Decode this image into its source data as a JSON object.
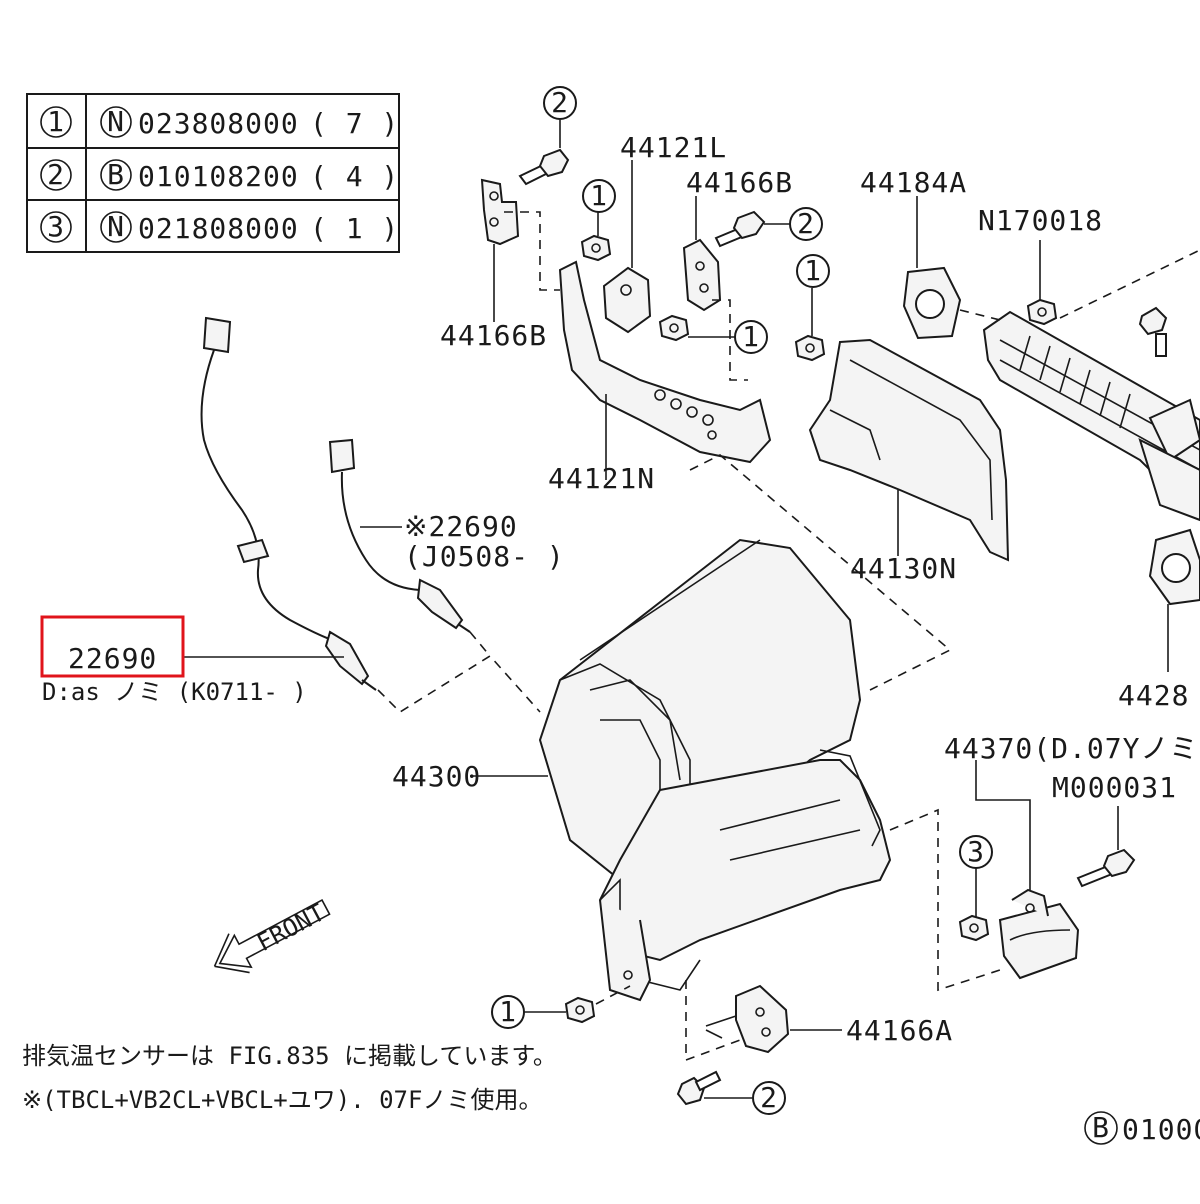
{
  "legend": [
    {
      "ref": "1",
      "kind": "N",
      "part": "023808000",
      "qty": "( 7  )"
    },
    {
      "ref": "2",
      "kind": "B",
      "part": "010108200",
      "qty": "( 4  )"
    },
    {
      "ref": "3",
      "kind": "N",
      "part": "021808000",
      "qty": "( 1  )"
    }
  ],
  "labels": {
    "p44121L": "44121L",
    "p44166B_top": "44166B",
    "p44184A": "44184A",
    "pN170018": "N170018",
    "p44166B_left": "44166B",
    "p44121N": "44121N",
    "p44130N": "44130N",
    "p22690_alt": "※22690",
    "p22690_alt_range": "(J0508-        )",
    "p22690": "22690",
    "p22690_note": "D:as ノミ (K0711- )",
    "p44300": "44300",
    "p4428": "4428",
    "p44370": "44370(D.07Yノミ",
    "pM000031": "M000031",
    "p44166A": "44166A",
    "front": "FRONT",
    "b_code": "01000"
  },
  "callouts": {
    "c1": "1",
    "c2": "2",
    "c3": "3",
    "cb": "B"
  },
  "notes": {
    "line1": "排気温センサーは FIG.835 に掲載しています。",
    "line2": "※(TBCL+VB2CL+VBCL+ユワ). 07Fノミ使用。"
  },
  "highlight": {
    "target": "22690",
    "color": "#e0141b"
  }
}
